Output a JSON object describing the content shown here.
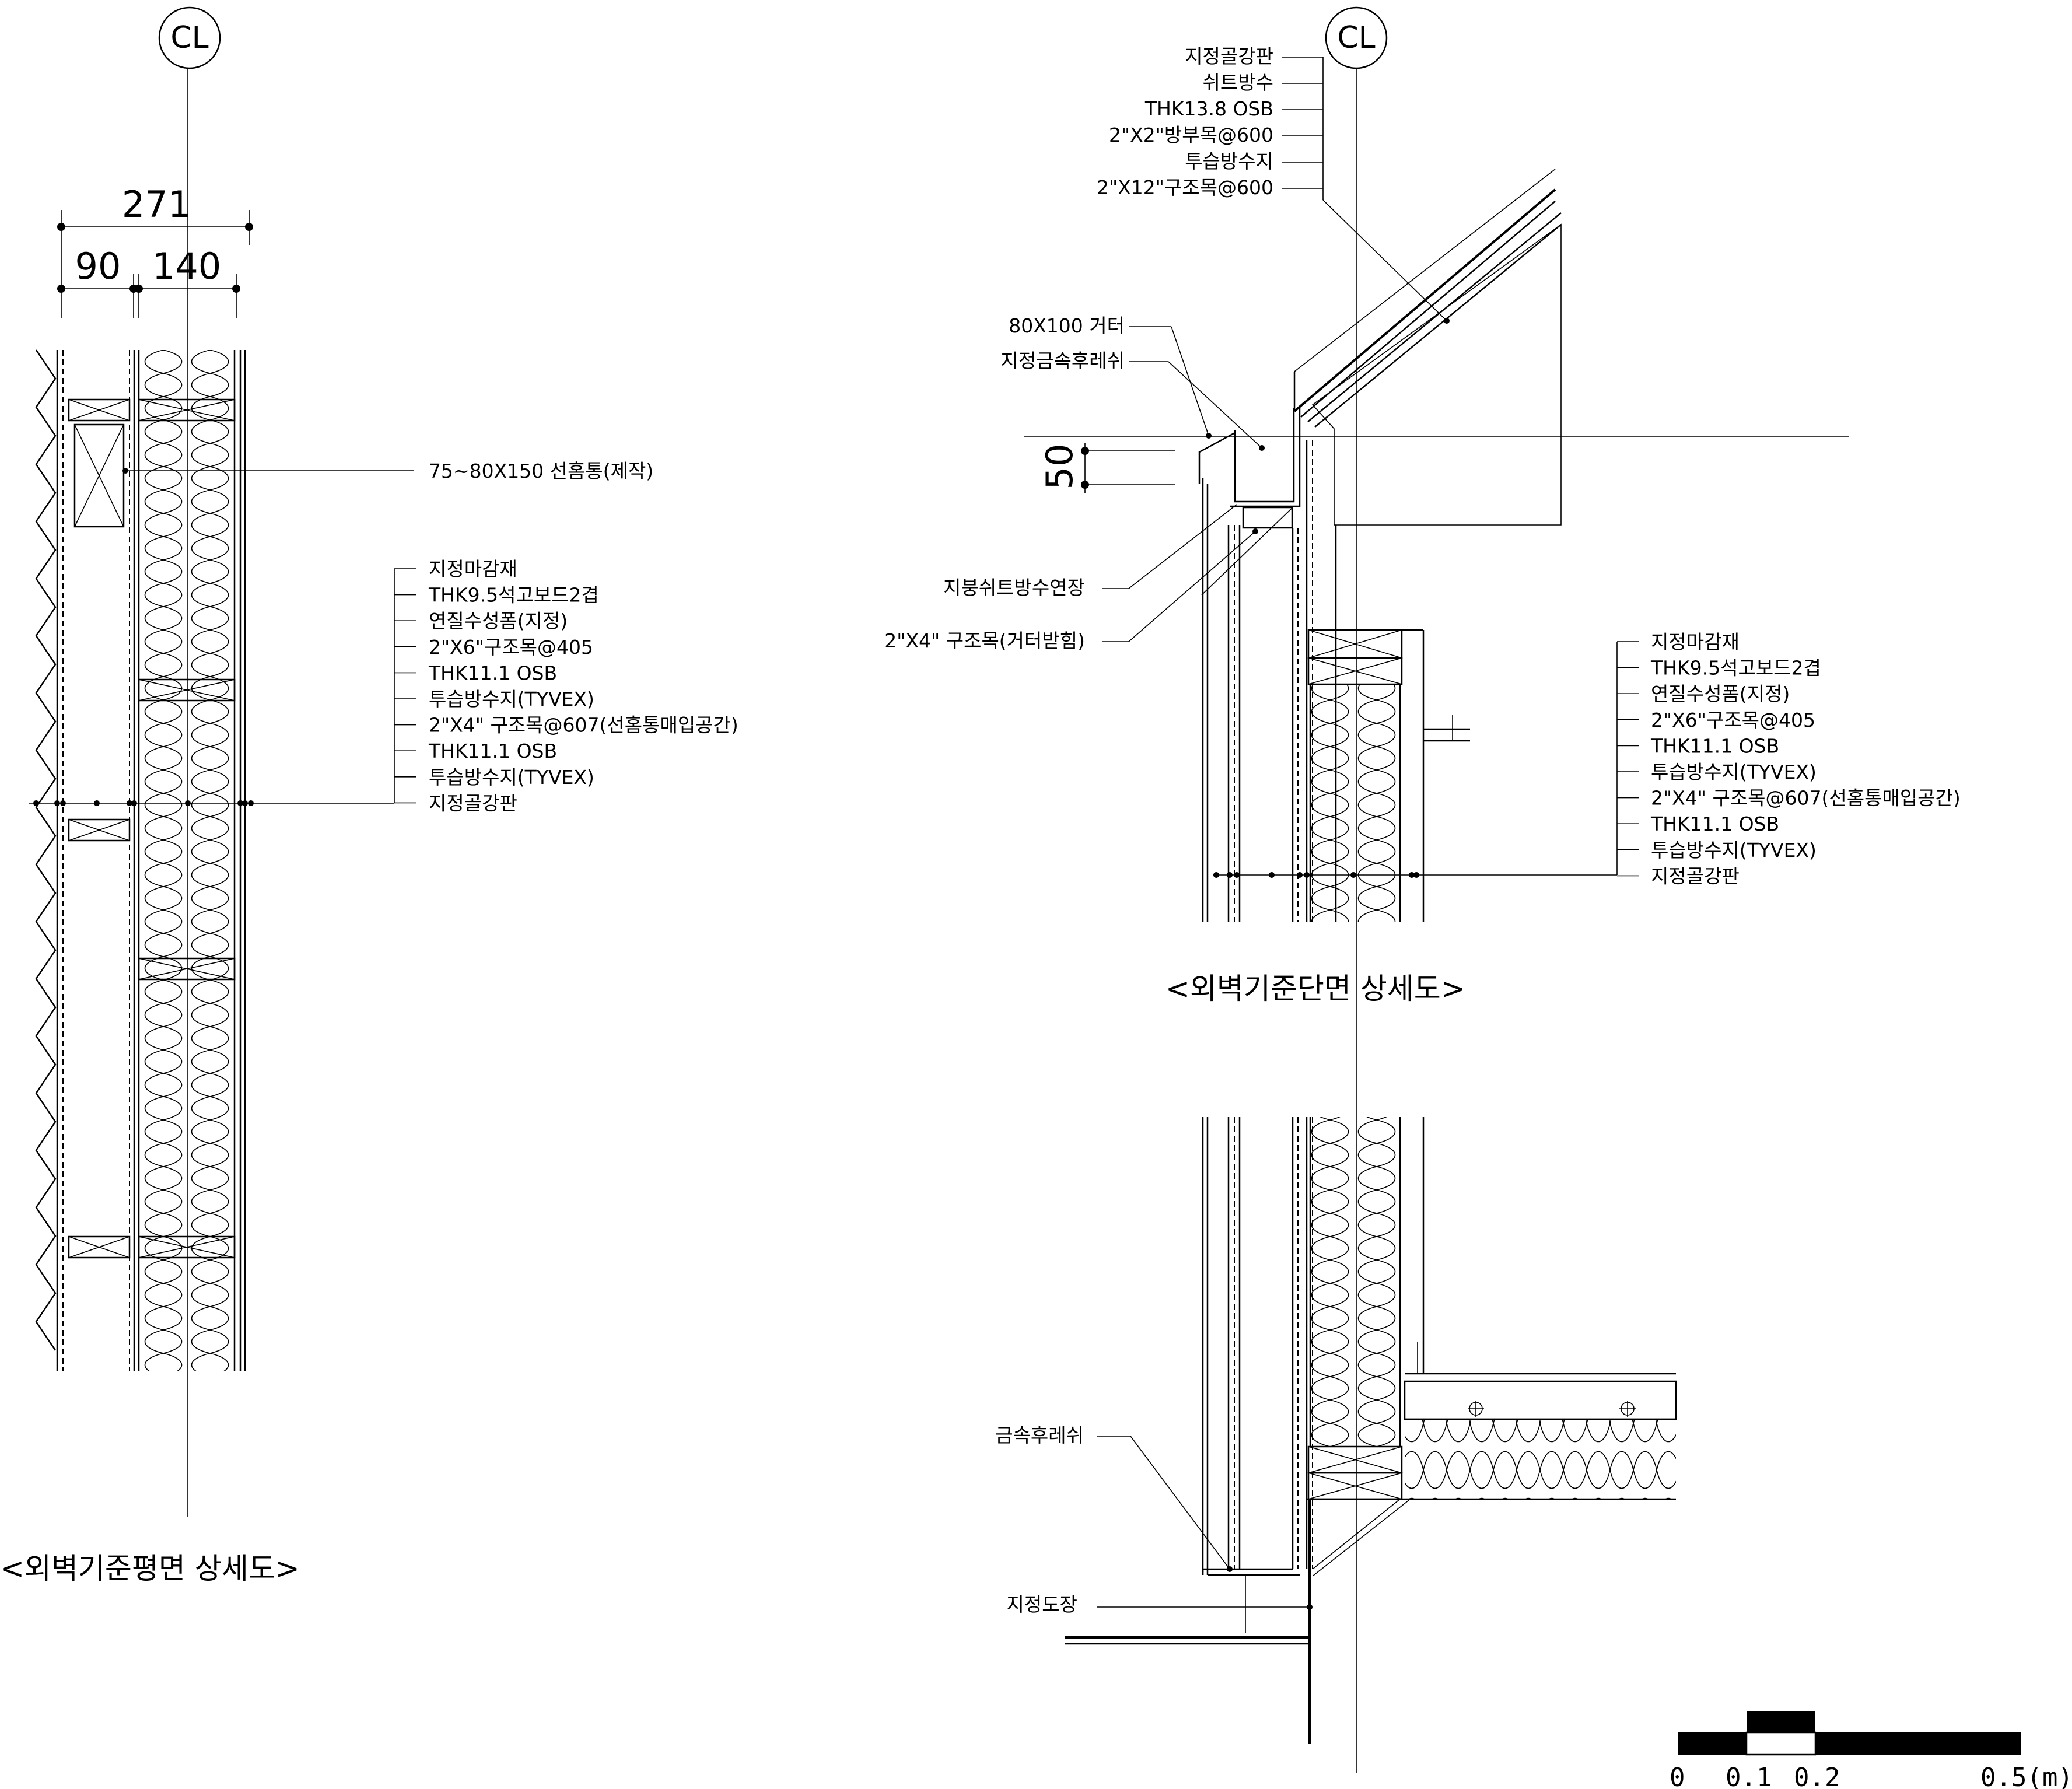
{
  "centerline_symbol": "CL",
  "plan": {
    "title": "<외벽기준평면 상세도>",
    "dimensions": {
      "overall": "271",
      "part_a": "90",
      "part_b": "140"
    },
    "downspout_label": "75~80X150 선홈통(제작)",
    "layers": [
      "지정마감재",
      "THK9.5석고보드2겹",
      "연질수성폼(지정)",
      "2\"X6\"구조목@405",
      "THK11.1 OSB",
      "투습방수지(TYVEX)",
      "2\"X4\" 구조목@607(선홈통매입공간)",
      "THK11.1 OSB",
      "투습방수지(TYVEX)",
      "지정골강판"
    ]
  },
  "section": {
    "title": "<외벽기준단면 상세도>",
    "roof_layers": [
      "지정골강판",
      "쉬트방수",
      "THK13.8 OSB",
      "2\"X2\"방부목@600",
      "투습방수지",
      "2\"X12\"구조목@600"
    ],
    "gutter_labels": [
      "80X100 거터",
      "지정금속후레쉬"
    ],
    "gutter_dimension": "50",
    "lower_labels": [
      "지붕쉬트방수연장",
      "2\"X4\" 구조목(거터받힘)"
    ],
    "wall_layers": [
      "지정마감재",
      "THK9.5석고보드2겹",
      "연질수성폼(지정)",
      "2\"X6\"구조목@405",
      "THK11.1 OSB",
      "투습방수지(TYVEX)",
      "2\"X4\" 구조목@607(선홈통매입공간)",
      "THK11.1 OSB",
      "투습방수지(TYVEX)",
      "지정골강판"
    ],
    "base_labels": [
      "금속후레쉬",
      "지정도장"
    ]
  },
  "scale_bar": {
    "ticks": [
      "0",
      "0.1",
      "0.2",
      "0.5(m)"
    ]
  }
}
